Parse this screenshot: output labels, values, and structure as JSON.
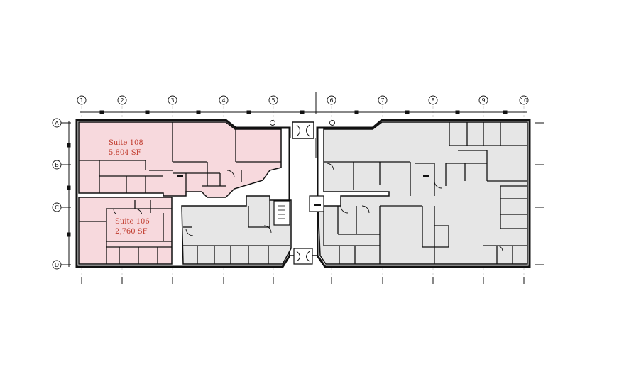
{
  "grid": {
    "columns": [
      "1",
      "2",
      "3",
      "4",
      "5",
      "6",
      "7",
      "8",
      "9",
      "10"
    ],
    "rows": [
      "A",
      "B",
      "C",
      "D"
    ]
  },
  "suites": [
    {
      "name": "Suite 108",
      "area": "5,804 SF"
    },
    {
      "name": "Suite 106",
      "area": "2,760 SF"
    }
  ],
  "colors": {
    "available": "#f7d9dd",
    "occupied": "#e6e6e6",
    "wall": "#111111",
    "label": "#c0392b"
  }
}
